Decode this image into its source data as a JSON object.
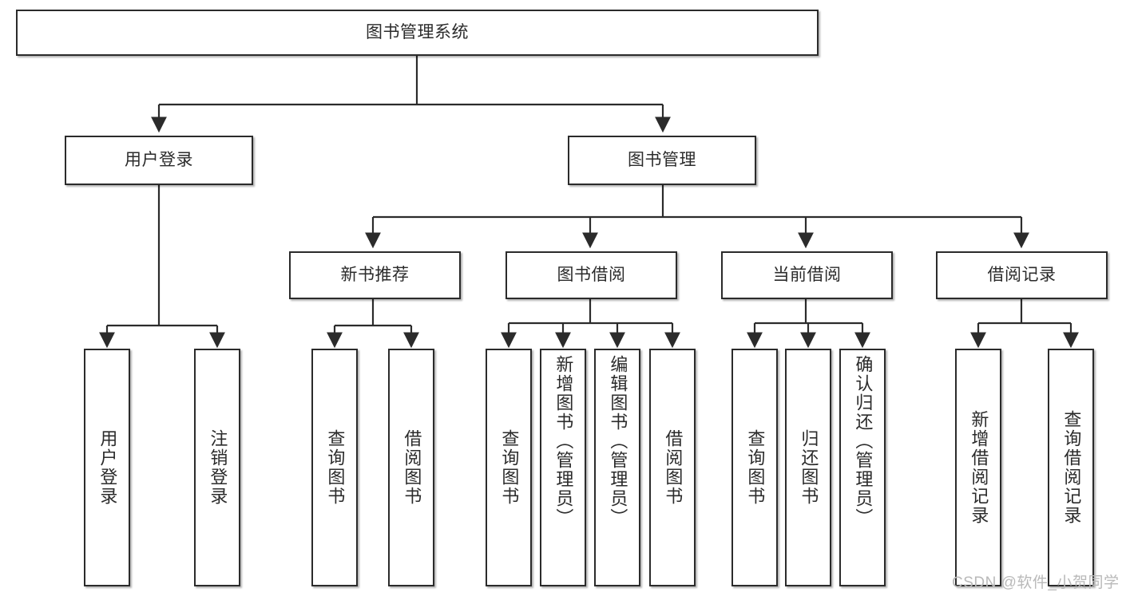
{
  "diagram": {
    "title": "图书管理系统",
    "type": "tree-hierarchy-diagram",
    "colors": {
      "node_border": "#2b2b2b",
      "node_fill": "#ffffff",
      "edge": "#2b2b2b",
      "text": "#2b2b2b",
      "watermark": "#b9b9b9"
    },
    "root": {
      "label": "图书管理系统"
    },
    "level2": [
      {
        "label": "用户登录"
      },
      {
        "label": "图书管理"
      }
    ],
    "level3": [
      {
        "label": "新书推荐"
      },
      {
        "label": "图书借阅"
      },
      {
        "label": "当前借阅"
      },
      {
        "label": "借阅记录"
      }
    ],
    "leaves": {
      "user_login": [
        {
          "label": "用户登录"
        },
        {
          "label": "注销登录"
        }
      ],
      "new_book_recommend": [
        {
          "label": "查询图书"
        },
        {
          "label": "借阅图书"
        }
      ],
      "book_borrow": [
        {
          "label": "查询图书"
        },
        {
          "label": "新增图书（管理员）"
        },
        {
          "label": "编辑图书（管理员）"
        },
        {
          "label": "借阅图书"
        }
      ],
      "current_borrow": [
        {
          "label": "查询图书"
        },
        {
          "label": "归还图书"
        },
        {
          "label": "确认归还（管理员）"
        }
      ],
      "borrow_record": [
        {
          "label": "新增借阅记录"
        },
        {
          "label": "查询借阅记录"
        }
      ]
    }
  },
  "watermark": {
    "text": "CSDN @软件_小贺同学"
  }
}
